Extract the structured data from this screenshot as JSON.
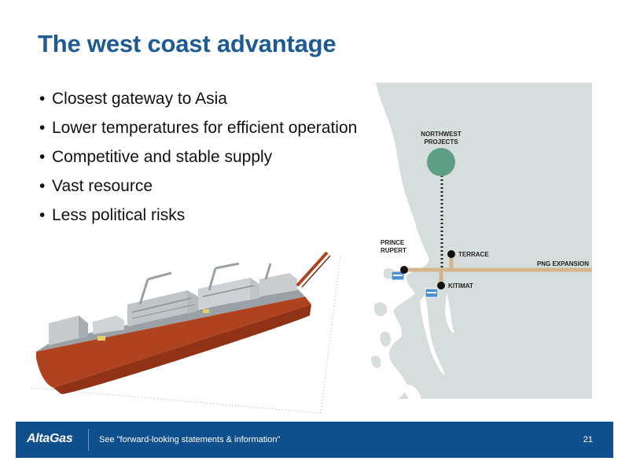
{
  "slide": {
    "title": "The west coast advantage",
    "bullets": [
      "Closest gateway to Asia",
      "Lower temperatures for efficient operation",
      "Competitive and stable supply",
      "Vast resource",
      "Less political risks"
    ]
  },
  "map": {
    "labels": {
      "northwest_line1": "NORTHWEST",
      "northwest_line2": "PROJECTS",
      "prince_line1": "PRINCE",
      "prince_line2": "RUPERT",
      "terrace": "TERRACE",
      "kitimat": "KITIMAT",
      "png_expansion": "PNG EXPANSION"
    },
    "colors": {
      "land": "#d6dedd",
      "water": "#ffffff",
      "pipeline": "#d6b48c",
      "projects": "#5e9e84"
    }
  },
  "footer": {
    "logo": "AltaGas",
    "note": "See \"forward-looking statements & information\"",
    "page": "21",
    "color": "#0f4f8d"
  }
}
